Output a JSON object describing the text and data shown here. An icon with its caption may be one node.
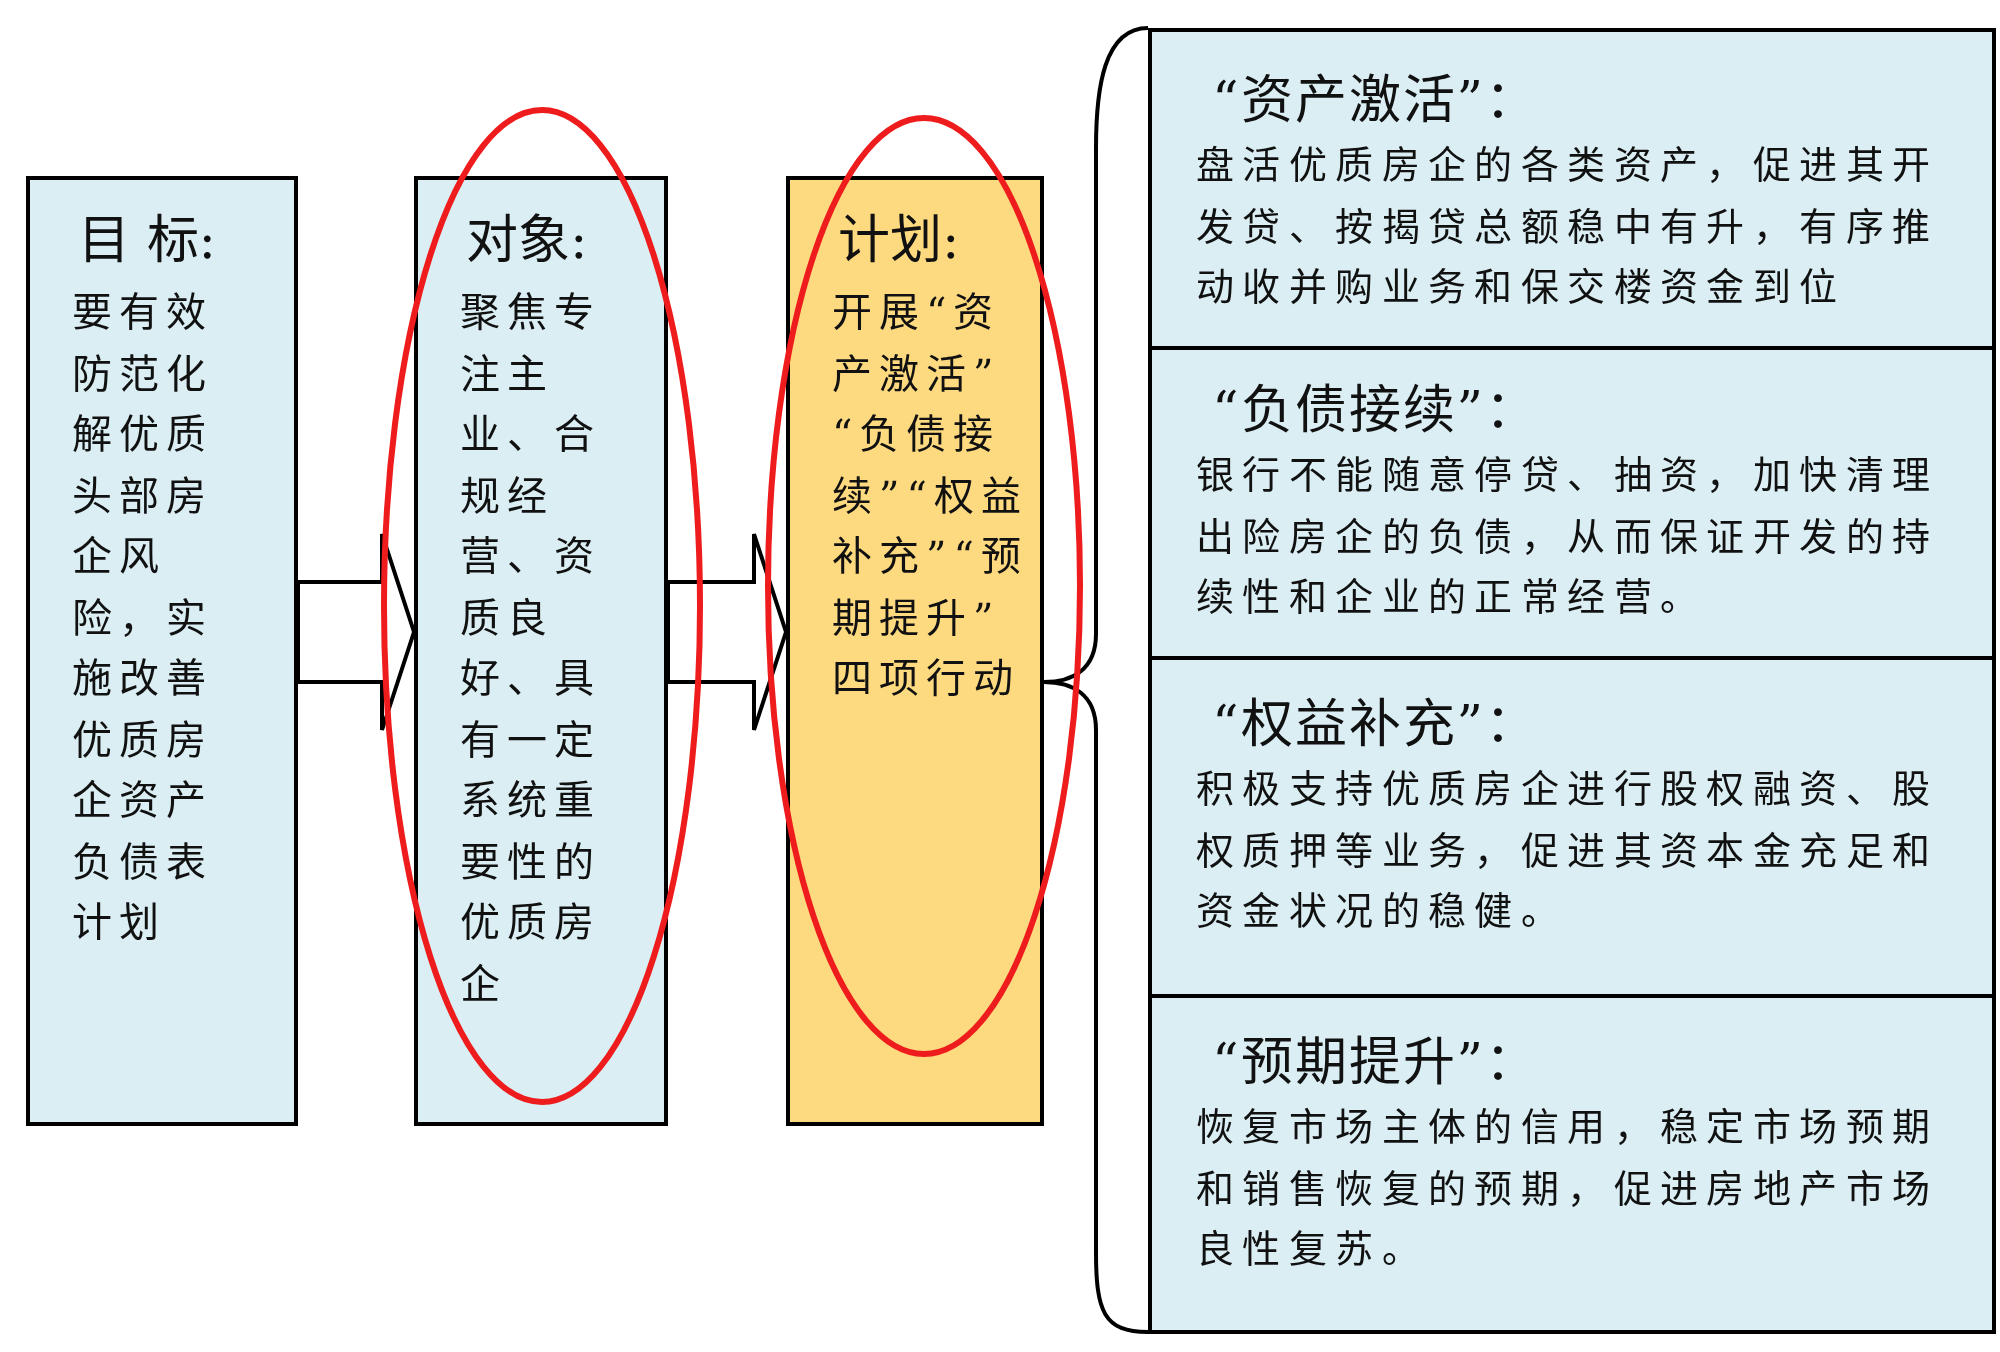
{
  "diagram": {
    "nodes": [
      {
        "text": [
          "目 标:",
          "要有效防范化解优质头部房企风险，实施改善优质房企资产负债表计划"
        ]
      },
      {
        "text": [
          "对象:",
          "聚焦专注主业、合规经营、资质良好、具有一定系统重要性的优质房企"
        ]
      },
      {
        "text": [
          "计划:",
          "开展“资产激活”“负债接续”“权益补充”“预期提升”四项行动"
        ]
      },
      {
        "text": [
          "“资产激活”：",
          "盘活优质房企的各类资产，促进其开发贷、按揭贷总额稳中有升，有序推动收并购业务和保交楼资金到位"
        ]
      },
      {
        "text": [
          "“负债接续”：",
          "银行不能随意停贷、抽资，加快清理出险房企的负债，从而保证开发的持续性和企业的正常经营。"
        ]
      },
      {
        "text": [
          "“权益补充”：",
          "积极支持优质房企进行股权融资、股权质押等业务，促进其资本金充足和资金状况的稳健。"
        ]
      },
      {
        "text": [
          "“预期提升”：",
          "恢复市场主体的信用，稳定市场预期和销售恢复的预期，促进房地产市场良性复苏。"
        ]
      }
    ],
    "edges": [
      {
        "from": 0,
        "to": 1,
        "arrow": "to"
      },
      {
        "from": 1,
        "to": 2,
        "arrow": "to"
      }
    ]
  }
}
